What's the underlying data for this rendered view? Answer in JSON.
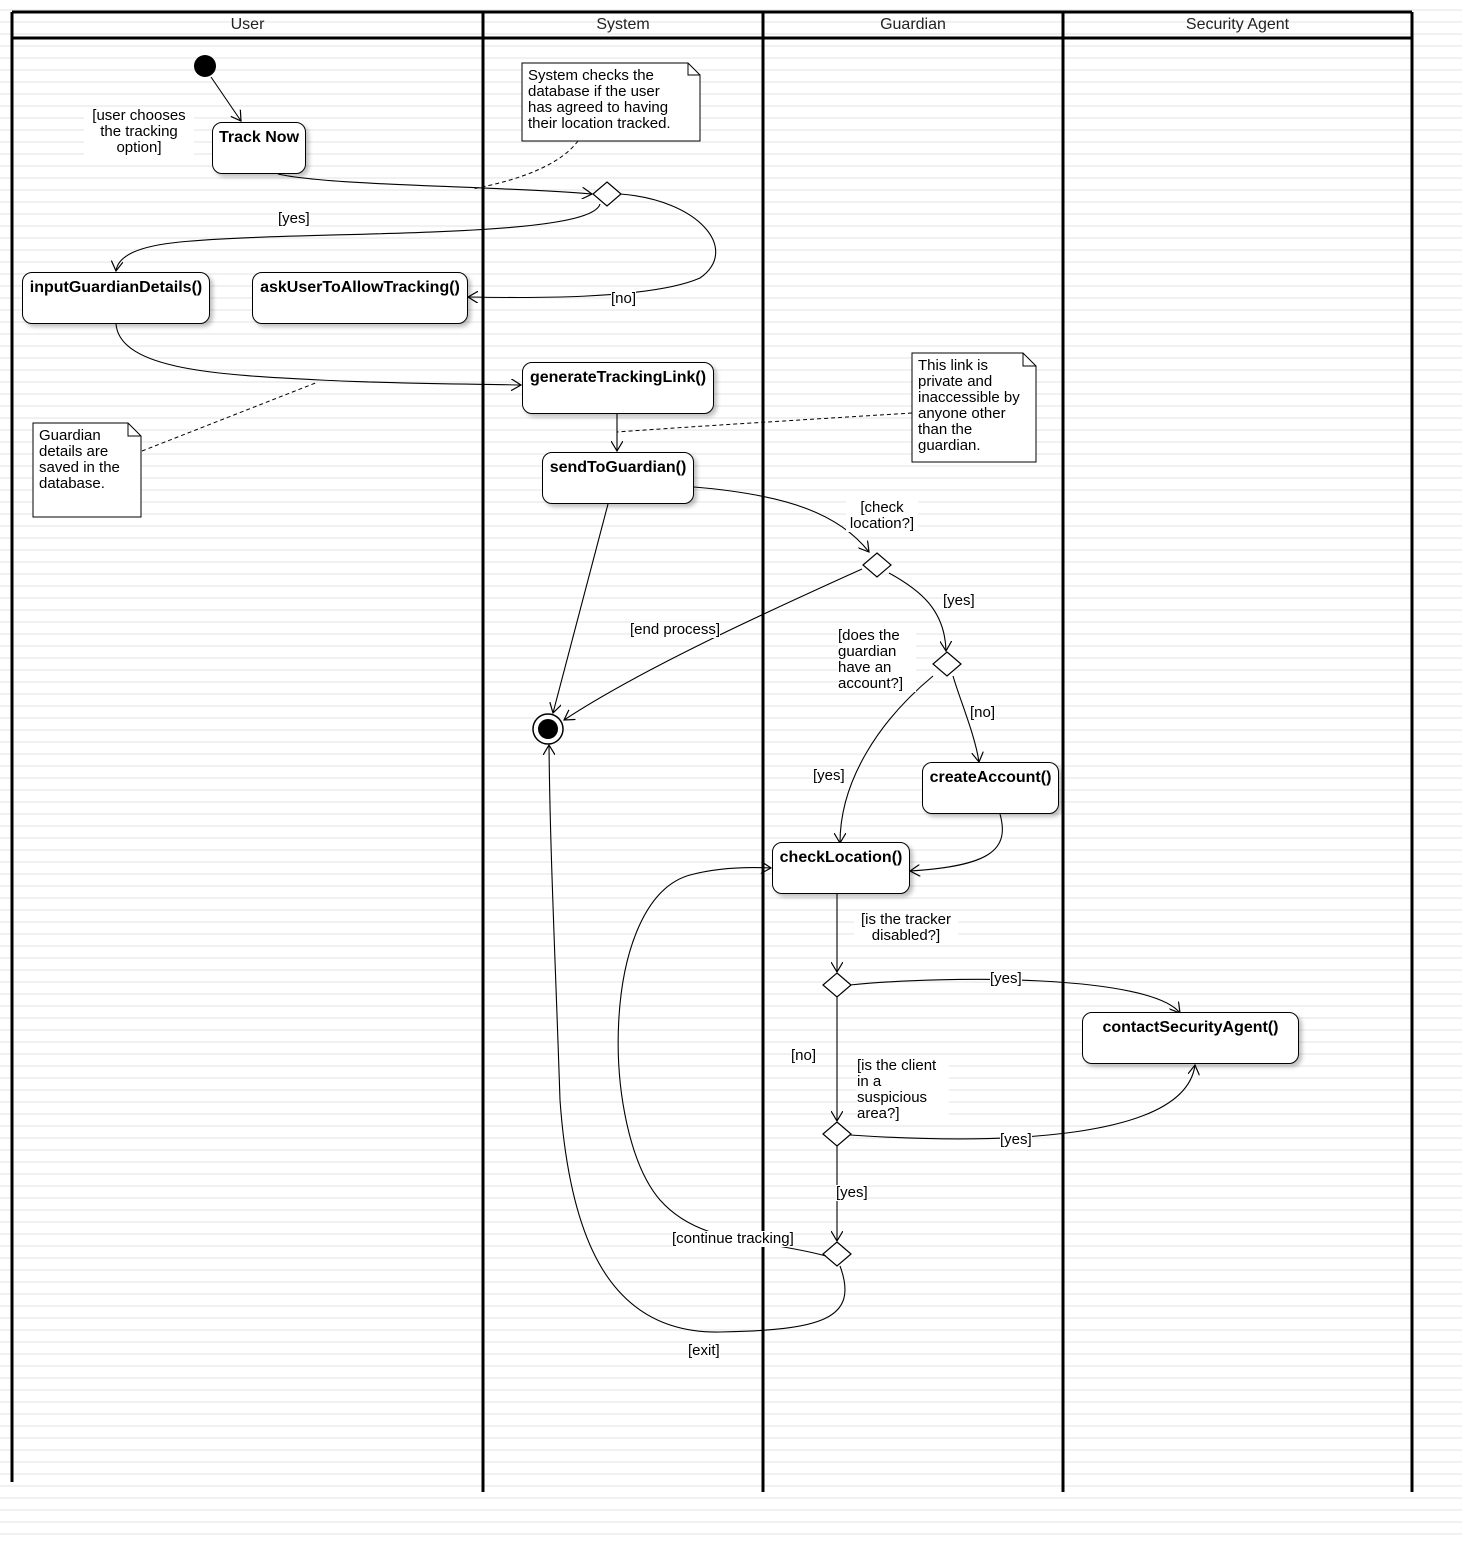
{
  "lanes": {
    "user": "User",
    "system": "System",
    "guardian": "Guardian",
    "security": "Security Agent"
  },
  "actions": {
    "track_now": "Track Now",
    "input_guardian": "inputGuardianDetails()",
    "ask_user": "askUserToAllowTracking()",
    "generate_link": "generateTrackingLink()",
    "send_guardian": "sendToGuardian()",
    "create_account": "createAccount()",
    "check_location": "checkLocation()",
    "contact_security": "contactSecurityAgent()"
  },
  "notes": {
    "system_checks": "System checks the database if the user has agreed to having their location tracked.",
    "guardian_saved": "Guardian details are saved in the database.",
    "link_private": "This link is private and inaccessible by anyone other than the guardian."
  },
  "guards": {
    "user_chooses": "[user chooses the tracking option]",
    "yes_1": "[yes]",
    "no_1": "[no]",
    "check_location": "[check location?]",
    "yes_2": "[yes]",
    "end_process": "[end process]",
    "has_account": "[does the guardian have an account?]",
    "no_2": "[no]",
    "yes_3": "[yes]",
    "tracker_disabled": "[is the tracker disabled?]",
    "yes_4": "[yes]",
    "no_3": "[no]",
    "suspicious_area": "[is the client in a suspicious area?]",
    "yes_5": "[yes]",
    "yes_6": "[yes]",
    "continue_tracking": "[continue tracking]",
    "exit": "[exit]"
  }
}
